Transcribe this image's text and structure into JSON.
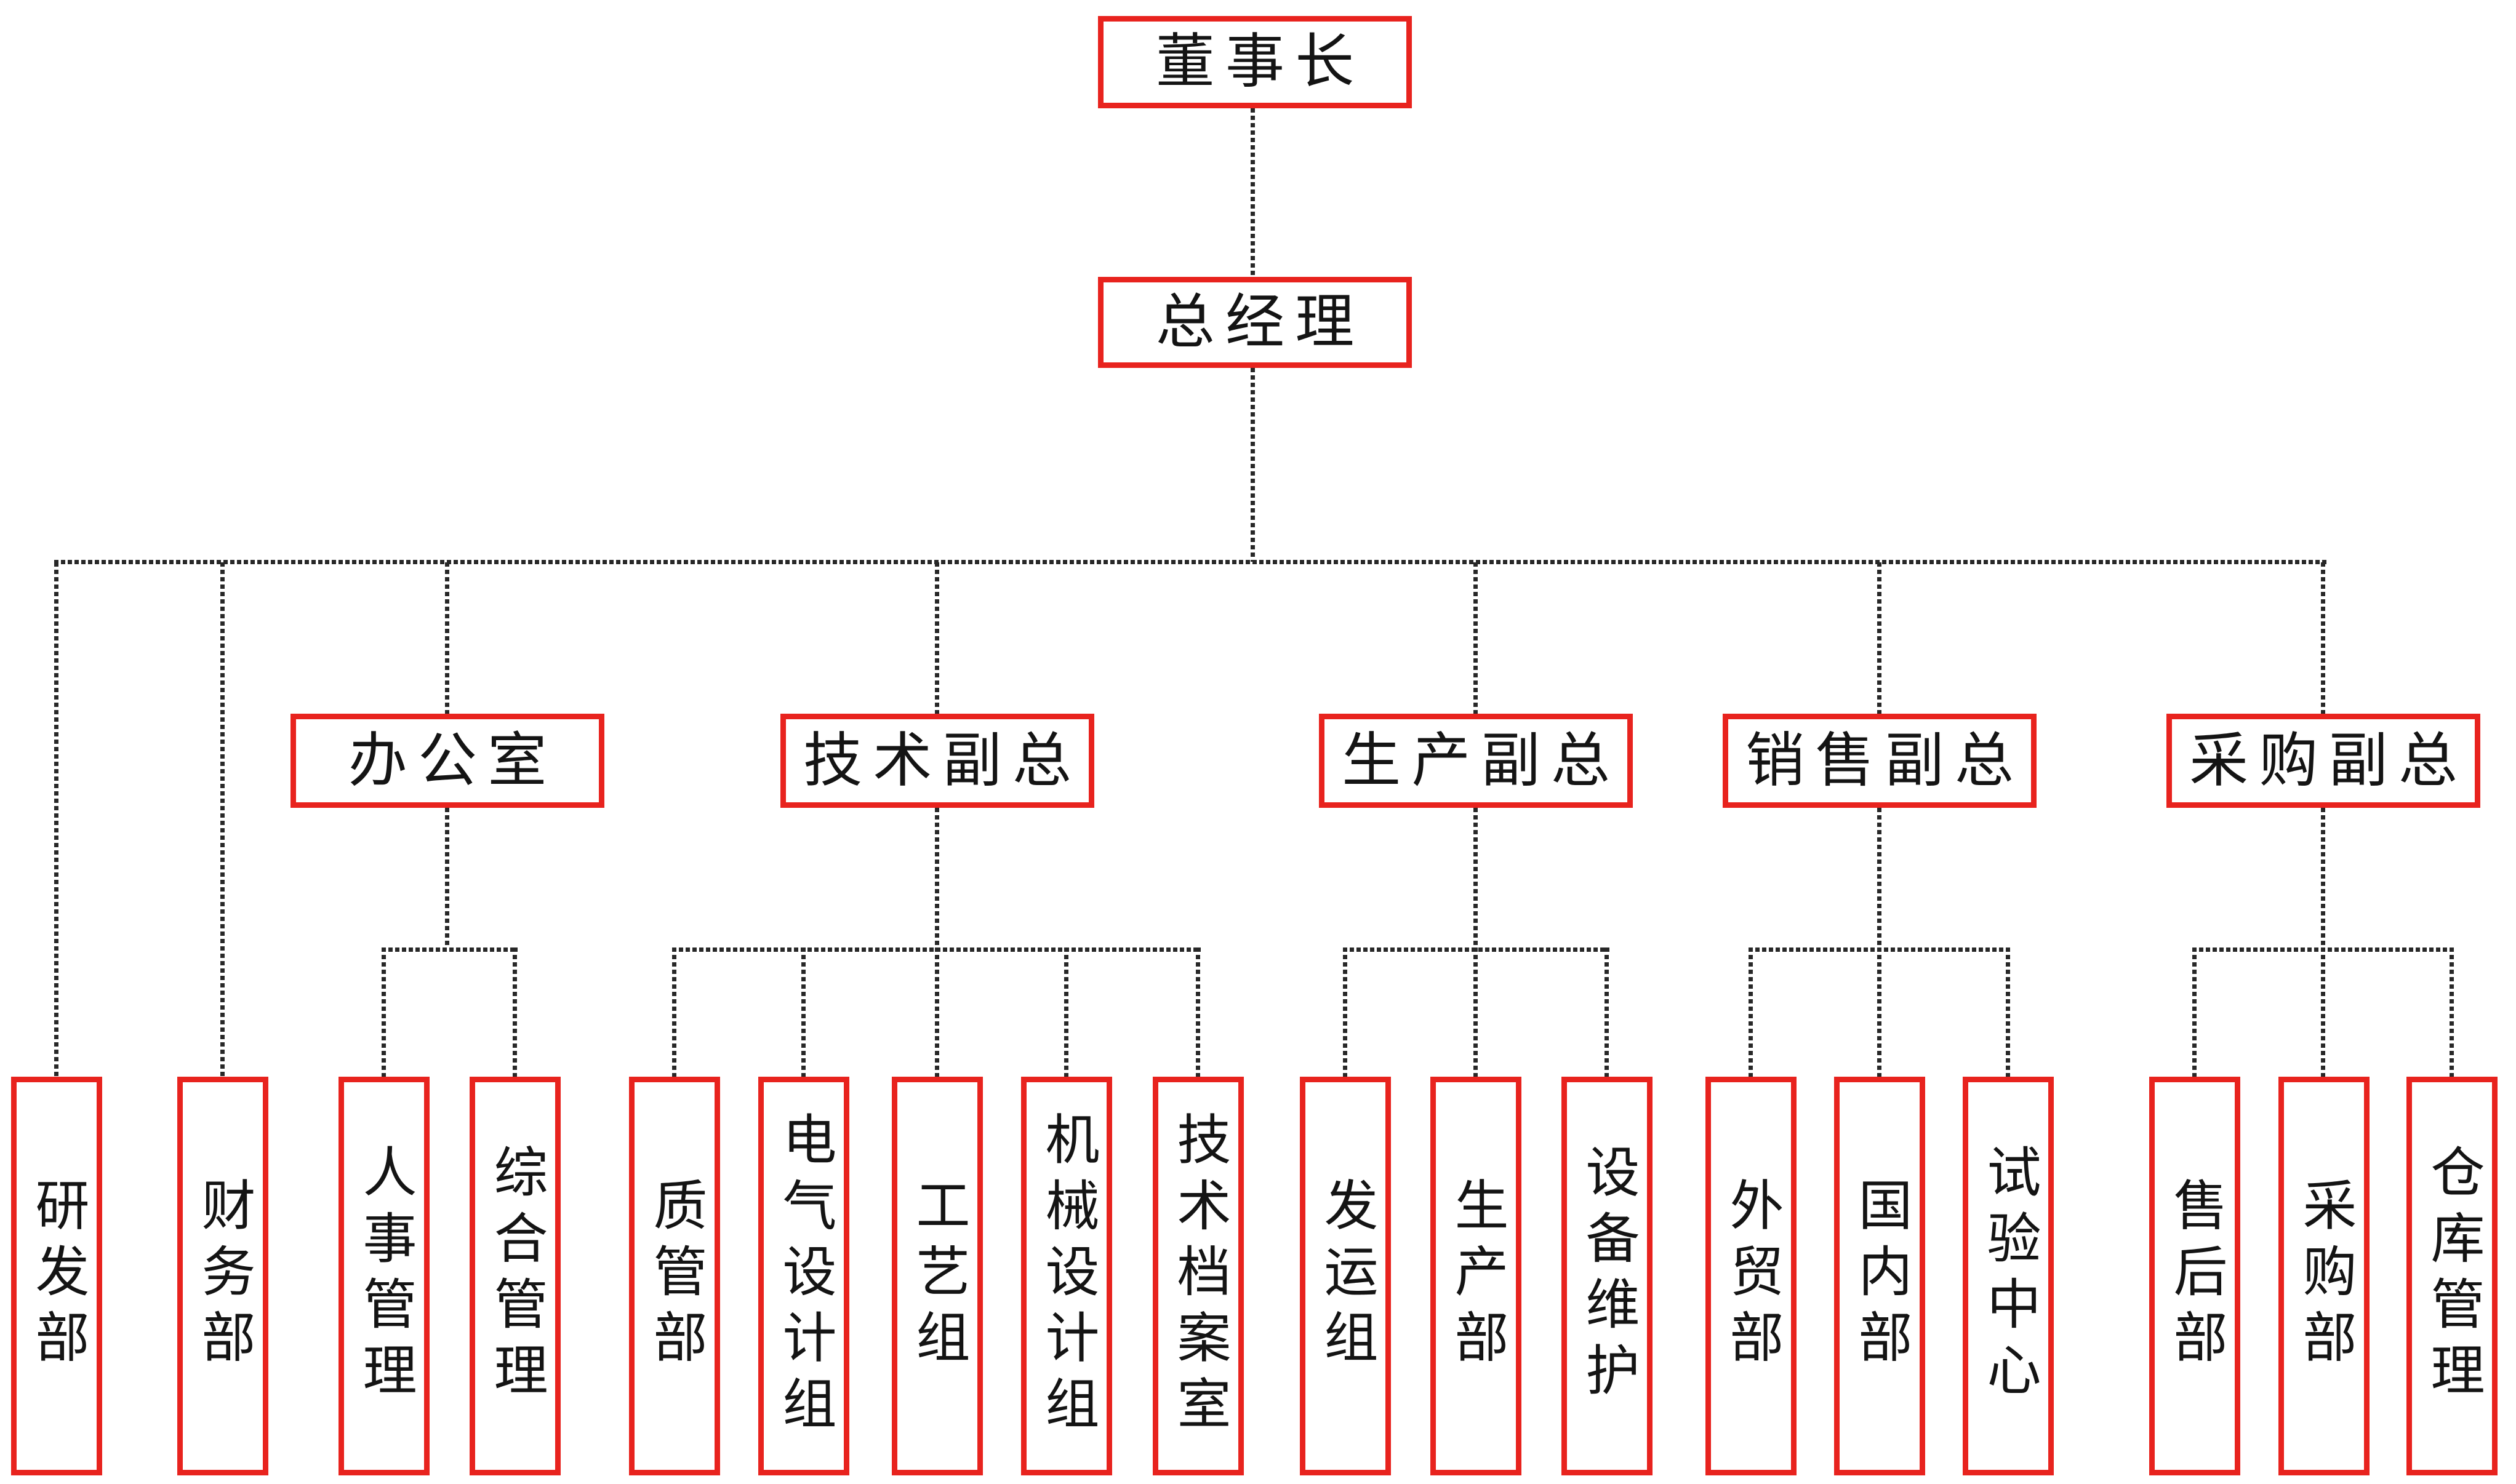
{
  "palette": {
    "box_border": "#e8231e",
    "connector_line": "#282828",
    "text_color": "#141414",
    "background": "#ffffff"
  },
  "org": {
    "chairman": {
      "label": "董事长"
    },
    "general_manager": {
      "label": "总经理"
    },
    "direct_departments": [
      {
        "label": "研发部"
      },
      {
        "label": "财务部"
      }
    ],
    "divisions": [
      {
        "label": "办公室",
        "children": [
          {
            "label": "人事管理"
          },
          {
            "label": "综合管理"
          }
        ]
      },
      {
        "label": "技术副总",
        "children": [
          {
            "label": "质管部"
          },
          {
            "label": "电气设计组"
          },
          {
            "label": "工艺组"
          },
          {
            "label": "机械设计组"
          },
          {
            "label": "技术档案室"
          }
        ]
      },
      {
        "label": "生产副总",
        "children": [
          {
            "label": "发运组"
          },
          {
            "label": "生产部"
          },
          {
            "label": "设备维护"
          }
        ]
      },
      {
        "label": "销售副总",
        "children": [
          {
            "label": "外贸部"
          },
          {
            "label": "国内部"
          },
          {
            "label": "试验中心"
          }
        ]
      },
      {
        "label": "采购副总",
        "children": [
          {
            "label": "售后部"
          },
          {
            "label": "采购部"
          },
          {
            "label": "仓库管理"
          }
        ]
      }
    ]
  }
}
